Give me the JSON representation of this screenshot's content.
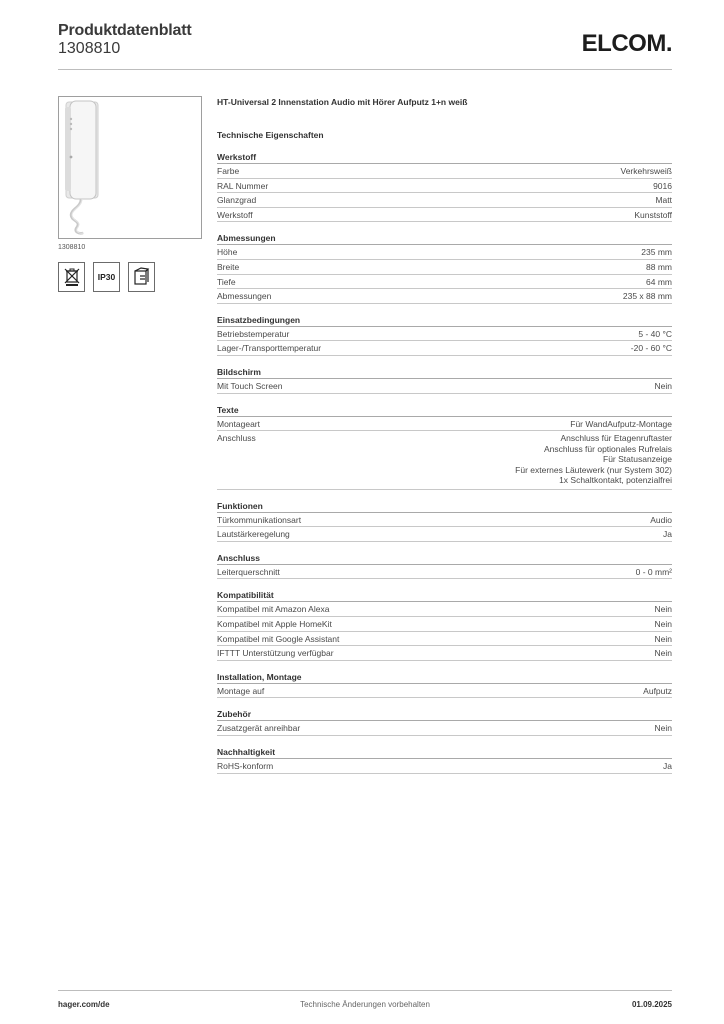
{
  "header": {
    "title": "Produktdatenblatt",
    "number": "1308810",
    "logo": "ELCOM."
  },
  "product": {
    "image_caption": "1308810",
    "name": "HT-Universal 2 Innenstation Audio mit Hörer Aufputz 1+n weiß",
    "badges": {
      "ip": "IP30"
    },
    "icons": [
      "weee-bin-icon",
      "ip30-badge",
      "surface-mount-icon"
    ]
  },
  "section_heading": "Technische Eigenschaften",
  "groups": [
    {
      "title": "Werkstoff",
      "rows": [
        {
          "label": "Farbe",
          "value": "Verkehrsweiß"
        },
        {
          "label": "RAL Nummer",
          "value": "9016"
        },
        {
          "label": "Glanzgrad",
          "value": "Matt"
        },
        {
          "label": "Werkstoff",
          "value": "Kunststoff"
        }
      ]
    },
    {
      "title": "Abmessungen",
      "rows": [
        {
          "label": "Höhe",
          "value": "235 mm"
        },
        {
          "label": "Breite",
          "value": "88 mm"
        },
        {
          "label": "Tiefe",
          "value": "64 mm"
        },
        {
          "label": "Abmessungen",
          "value": "235 x 88 mm"
        }
      ]
    },
    {
      "title": "Einsatzbedingungen",
      "rows": [
        {
          "label": "Betriebstemperatur",
          "value": "5 - 40 °C"
        },
        {
          "label": "Lager-/Transporttemperatur",
          "value": "-20 - 60 °C"
        }
      ]
    },
    {
      "title": "Bildschirm",
      "rows": [
        {
          "label": "Mit Touch Screen",
          "value": "Nein"
        }
      ]
    },
    {
      "title": "Texte",
      "rows": [
        {
          "label": "Montageart",
          "value": "Für WandAufputz-Montage"
        },
        {
          "label": "Anschluss",
          "lines": [
            "Anschluss für Etagenruftaster",
            "Anschluss für optionales Rufrelais",
            "Für Statusanzeige",
            "Für externes Läutewerk (nur System 302)",
            "1x Schaltkontakt, potenzialfrei"
          ]
        }
      ]
    },
    {
      "title": "Funktionen",
      "rows": [
        {
          "label": "Türkommunikationsart",
          "value": "Audio"
        },
        {
          "label": "Lautstärkeregelung",
          "value": "Ja"
        }
      ]
    },
    {
      "title": "Anschluss",
      "rows": [
        {
          "label": "Leiterquerschnitt",
          "value": "0 - 0 mm²"
        }
      ]
    },
    {
      "title": "Kompatibilität",
      "rows": [
        {
          "label": "Kompatibel mit Amazon Alexa",
          "value": "Nein"
        },
        {
          "label": "Kompatibel mit Apple HomeKit",
          "value": "Nein"
        },
        {
          "label": "Kompatibel mit Google Assistant",
          "value": "Nein"
        },
        {
          "label": "IFTTT Unterstützung verfügbar",
          "value": "Nein"
        }
      ]
    },
    {
      "title": "Installation, Montage",
      "rows": [
        {
          "label": "Montage auf",
          "value": "Aufputz"
        }
      ]
    },
    {
      "title": "Zubehör",
      "rows": [
        {
          "label": "Zusatzgerät anreihbar",
          "value": "Nein"
        }
      ]
    },
    {
      "title": "Nachhaltigkeit",
      "rows": [
        {
          "label": "RoHS-konform",
          "value": "Ja"
        }
      ]
    }
  ],
  "footer": {
    "left": "hager.com/de",
    "center": "Technische Änderungen vorbehalten",
    "right": "01.09.2025"
  }
}
